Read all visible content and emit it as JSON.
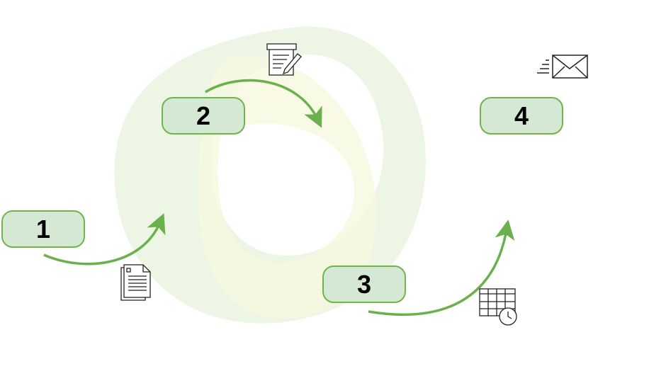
{
  "steps": [
    {
      "label": "1"
    },
    {
      "label": "2"
    },
    {
      "label": "3"
    },
    {
      "label": "4"
    }
  ],
  "icons": [
    "document-icon",
    "notepad-pen-icon",
    "calendar-clock-icon",
    "envelope-send-icon"
  ],
  "colors": {
    "box_fill": "#d5e8d4",
    "box_border": "#6fb54a",
    "arrow": "#6ab04c",
    "ring_green": "#eaf4e0",
    "ring_yellow": "#f7f9df"
  }
}
